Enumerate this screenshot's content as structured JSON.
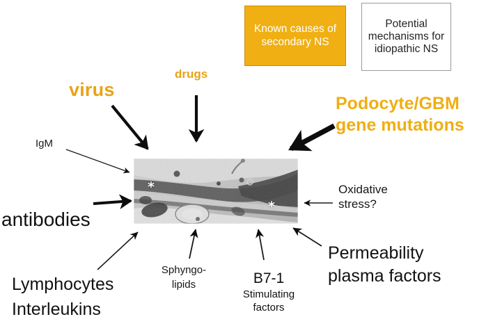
{
  "legend": {
    "secondary": {
      "text": "Known causes of secondary NS",
      "color": "#F0AF12",
      "text_color": "#FFFFFF"
    },
    "idiopathic": {
      "text": "Potential mechanisms for idiopathic NS",
      "color": "#FFFFFF",
      "border_color": "#9A9A9A",
      "text_color": "#232323"
    }
  },
  "labels": {
    "virus": "virus",
    "drugs": "drugs",
    "podocyte_gene_mutations": "Podocyte/GBM\ngene mutations",
    "igm": "IgM",
    "antibodies": "antibodies",
    "oxidative_stress": "Oxidative\nstress?",
    "lymphocytes_interleukins": "Lymphocytes\nInterleukins",
    "sphyngolipids": "Sphyngo-\nlipids",
    "b7_1": "B7-1",
    "b7_1_sub": "Stimulating\nfactors",
    "permeability_plasma_factors": "Permeability\nplasma factors"
  },
  "colors": {
    "secondary_orange": "#F0AF12",
    "heading_orange": "#E8A317",
    "text_black": "#111111",
    "arrow_black": "#0D0D0D"
  },
  "micrograph": {
    "name": "electron-micrograph-glomerular-basement-membrane",
    "asterisk_marks": [
      "*",
      "*"
    ],
    "description": "grayscale electron micrograph of podocyte and glomerular basement membrane"
  },
  "arrows": [
    {
      "name": "arrow-virus-to-micrograph",
      "from_label": "virus",
      "style": "thick"
    },
    {
      "name": "arrow-drugs-to-micrograph",
      "from_label": "drugs",
      "style": "thick"
    },
    {
      "name": "arrow-gene-mutations-to-micrograph",
      "from_label": "Podocyte/GBM gene mutations",
      "style": "extra-thick"
    },
    {
      "name": "arrow-igm-to-micrograph",
      "from_label": "IgM",
      "style": "thin"
    },
    {
      "name": "arrow-antibodies-to-micrograph",
      "from_label": "antibodies",
      "style": "thick"
    },
    {
      "name": "arrow-lymphocytes-to-micrograph",
      "from_label": "Lymphocytes Interleukins",
      "style": "thin"
    },
    {
      "name": "arrow-sphyngolipids-to-micrograph",
      "from_label": "Sphyngo-lipids",
      "style": "thin"
    },
    {
      "name": "arrow-b71-to-micrograph",
      "from_label": "B7-1 Stimulating factors",
      "style": "thin"
    },
    {
      "name": "arrow-permeability-to-micrograph",
      "from_label": "Permeability plasma factors",
      "style": "thin"
    },
    {
      "name": "arrow-oxidative-to-micrograph",
      "from_label": "Oxidative stress?",
      "style": "thin"
    }
  ]
}
